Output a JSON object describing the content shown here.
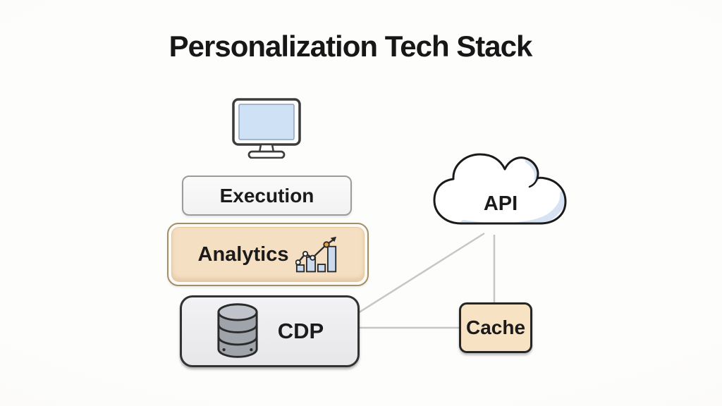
{
  "title": "Personalization Tech Stack",
  "diagram": {
    "nodes": [
      {
        "id": "execution",
        "label": "Execution",
        "icon": "monitor-icon",
        "fill": "#f6f6f6",
        "border": "#9b9b9b"
      },
      {
        "id": "analytics",
        "label": "Analytics",
        "icon": "bar-chart-growth-icon",
        "fill": "#f5dfc2",
        "border": "#a28e69"
      },
      {
        "id": "cdp",
        "label": "CDP",
        "icon": "database-icon",
        "fill": "#eeeef0",
        "border": "#323232"
      },
      {
        "id": "api",
        "label": "API",
        "icon": "cloud-icon",
        "fill": "#ffffff",
        "border": "#1a1a1a"
      },
      {
        "id": "cache",
        "label": "Cache",
        "icon": "none",
        "fill": "#f7e3c4",
        "border": "#262626"
      }
    ],
    "connections": [
      {
        "from": "cdp",
        "to": "api"
      },
      {
        "from": "cdp",
        "to": "cache"
      },
      {
        "from": "api",
        "to": "cache"
      }
    ]
  },
  "colors": {
    "background": "#fbfaf7",
    "title_text": "#171717",
    "label_text": "#1b1b1b",
    "connector_gray": "#c6c6c6",
    "peach_fill": "#f5dfc2",
    "screen_blue": "#cfe1f4",
    "cloud_shade_blue": "#d7e2f3",
    "database_gray": "#9fa3aa",
    "chart_bar_blue": "#ccdaed",
    "chart_dot_orange": "#e8a23c"
  }
}
